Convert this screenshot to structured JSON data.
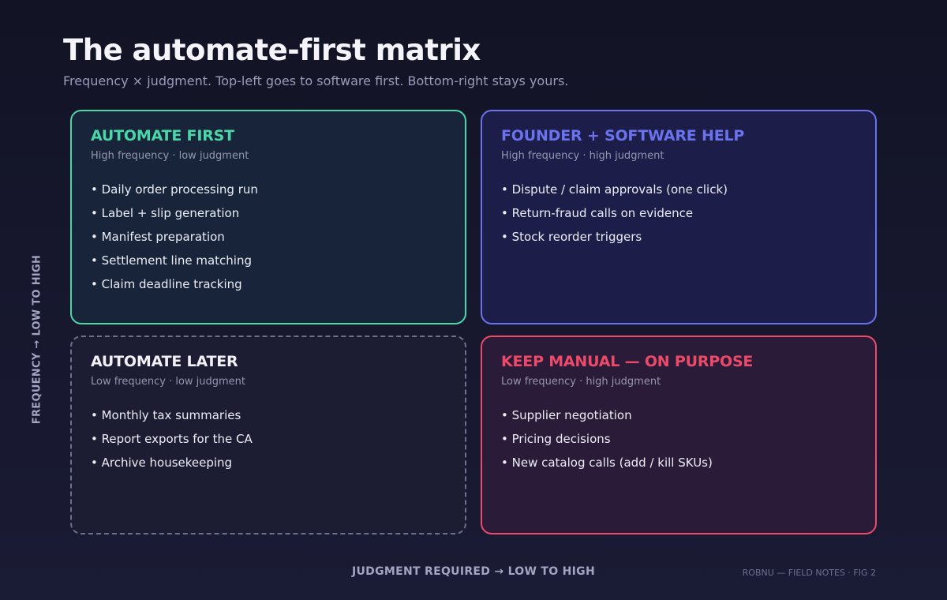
{
  "header": {
    "title": "The automate-first matrix",
    "subtitle": "Frequency × judgment. Top-left goes to software first. Bottom-right stays yours."
  },
  "axes": {
    "y_label": "FREQUENCY → LOW TO HIGH",
    "x_label": "JUDGMENT REQUIRED → LOW TO HIGH"
  },
  "footer": {
    "credit": "ROBNU — FIELD NOTES · FIG 2"
  },
  "colors": {
    "automate_first": "#4ad6a7",
    "founder_software": "#6b72ee",
    "automate_later": "#6e7090",
    "keep_manual": "#ec4a68",
    "background": "#141529"
  },
  "quadrants": [
    {
      "heading": "AUTOMATE FIRST",
      "sub": "High frequency · low judgment",
      "items": [
        "• Daily order processing run",
        "• Label + slip generation",
        "• Manifest preparation",
        "• Settlement line matching",
        "• Claim deadline tracking"
      ]
    },
    {
      "heading": "FOUNDER + SOFTWARE HELP",
      "sub": "High frequency · high judgment",
      "items": [
        "• Dispute / claim approvals (one click)",
        "• Return-fraud calls on evidence",
        "• Stock reorder triggers"
      ]
    },
    {
      "heading": "AUTOMATE LATER",
      "sub": "Low frequency · low judgment",
      "items": [
        "• Monthly tax summaries",
        "• Report exports for the CA",
        "• Archive housekeeping"
      ]
    },
    {
      "heading": "KEEP MANUAL — ON PURPOSE",
      "sub": "Low frequency · high judgment",
      "items": [
        "• Supplier negotiation",
        "• Pricing decisions",
        "• New catalog calls (add / kill SKUs)"
      ]
    }
  ]
}
